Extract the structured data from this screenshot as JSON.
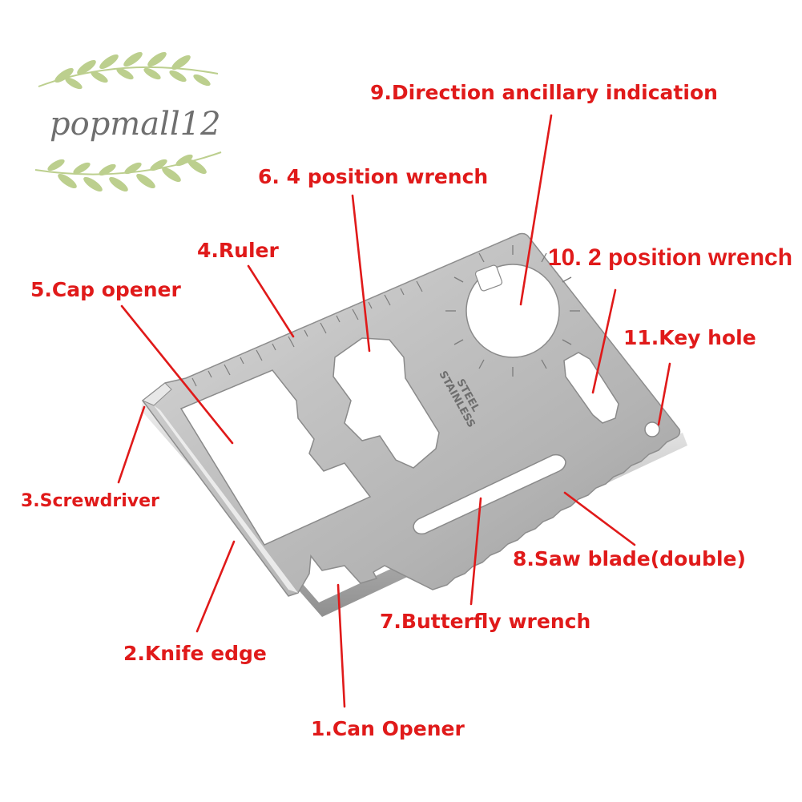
{
  "watermark": {
    "text": "popmall12",
    "leaf_color": "#bccf8e"
  },
  "card": {
    "stamp_line1": "STAINLESS",
    "stamp_line2": "STEEL"
  },
  "accent_color": "#e01a1a",
  "labels": {
    "direction_indication": "9.Direction ancillary indication",
    "four_position_wrench": "6. 4 position wrench",
    "two_position_wrench": "10.  2 position wrench",
    "ruler": "4.Ruler",
    "cap_opener": "5.Cap opener",
    "key_hole": "11.Key hole",
    "screwdriver": "3.Screwdriver",
    "saw_blade": "8.Saw blade(double)",
    "butterfly_wrench": "7.Butterfly wrench",
    "knife_edge": "2.Knife edge",
    "can_opener": "1.Can Opener"
  }
}
